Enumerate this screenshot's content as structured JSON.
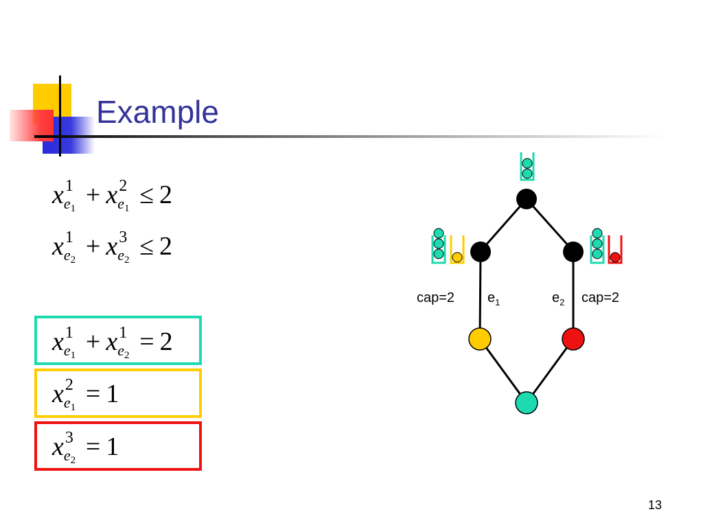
{
  "slide": {
    "title": "Example",
    "page_number": "13"
  },
  "equations": {
    "eq1": {
      "var": "x",
      "t1_sup": "1",
      "t1_sub": "e",
      "t1_subidx": "1",
      "op": "+",
      "t2_sup": "2",
      "t2_sub": "e",
      "t2_subidx": "1",
      "rel": "≤",
      "rhs": "2"
    },
    "eq2": {
      "var": "x",
      "t1_sup": "1",
      "t1_sub": "e",
      "t1_subidx": "2",
      "op": "+",
      "t2_sup": "3",
      "t2_sub": "e",
      "t2_subidx": "2",
      "rel": "≤",
      "rhs": "2"
    },
    "eq3": {
      "var": "x",
      "t1_sup": "1",
      "t1_sub": "e",
      "t1_subidx": "1",
      "op": "+",
      "t2_sup": "1",
      "t2_sub": "e",
      "t2_subidx": "2",
      "rel": "=",
      "rhs": "2"
    },
    "eq4": {
      "var": "x",
      "t1_sup": "2",
      "t1_sub": "e",
      "t1_subidx": "1",
      "rel": "=",
      "rhs": "1"
    },
    "eq5": {
      "var": "x",
      "t1_sup": "3",
      "t1_sub": "e",
      "t1_subidx": "2",
      "rel": "=",
      "rhs": "1"
    }
  },
  "colors": {
    "green": "#1ddab0",
    "yellow": "#ffcc00",
    "red": "#ee1111",
    "node_black": "#000000",
    "title_blue": "#333399"
  },
  "graph": {
    "left_cap": "cap=2",
    "right_cap": "cap=2",
    "left_edge": "e",
    "left_edge_idx": "1",
    "right_edge": "e",
    "right_edge_idx": "2"
  }
}
